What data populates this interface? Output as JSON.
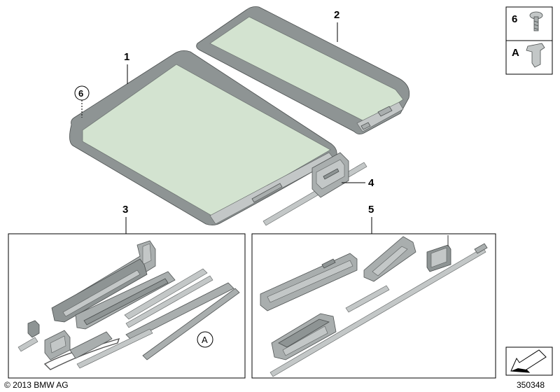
{
  "callouts": {
    "c1": "1",
    "c2": "2",
    "c3": "3",
    "c4": "4",
    "c5": "5",
    "c6": "6"
  },
  "legend": {
    "item_6": "6",
    "item_A": "A"
  },
  "marker_A": "A",
  "footer": {
    "copyright": "© 2013 BMW AG",
    "reference": "350348"
  },
  "colors": {
    "glass": "#d3e3d0",
    "frame": "#9aa09f",
    "line": "#000000"
  },
  "icons": {
    "screw": "screw-icon",
    "clip": "clip-icon",
    "nav": "arrow-icon"
  }
}
